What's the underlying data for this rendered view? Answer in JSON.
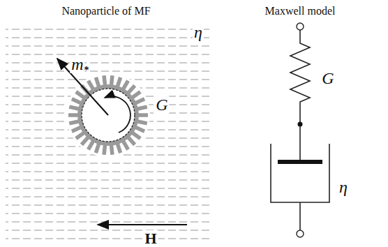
{
  "diagram": {
    "labels": [
      "Nanoparticle of MF",
      "Maxwell model",
      "m",
      "*",
      "η",
      "G",
      "H",
      "G",
      "η"
    ]
  }
}
